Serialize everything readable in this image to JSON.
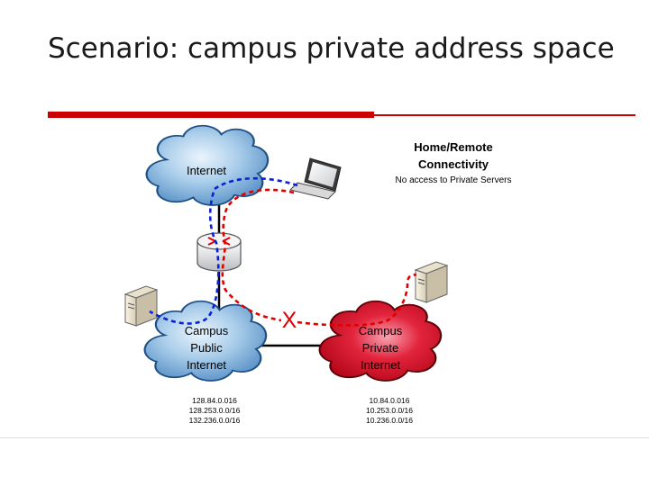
{
  "title": "Scenario: campus private address space",
  "nodes": {
    "internet": "Internet",
    "campus_public": [
      "Campus",
      "Public",
      "Internet"
    ],
    "campus_private": [
      "Campus",
      "Private",
      "Internet"
    ]
  },
  "home_remote": {
    "heading": [
      "Home/Remote",
      "Connectivity"
    ],
    "note": "No access to Private Servers"
  },
  "blocked_marker": "X",
  "public_ranges": [
    "128.84.0.016",
    "128.253.0.0/16",
    "132.236.0.0/16"
  ],
  "private_ranges": [
    "10.84.0.016",
    "10.253.0.0/16",
    "10.236.0.0/16"
  ],
  "colors": {
    "accent_red": "#cc0000",
    "path_blue": "#0b1fd6",
    "path_red": "#e00000",
    "cloud_blue": "#5f9fd3",
    "cloud_red": "#e0102a"
  }
}
